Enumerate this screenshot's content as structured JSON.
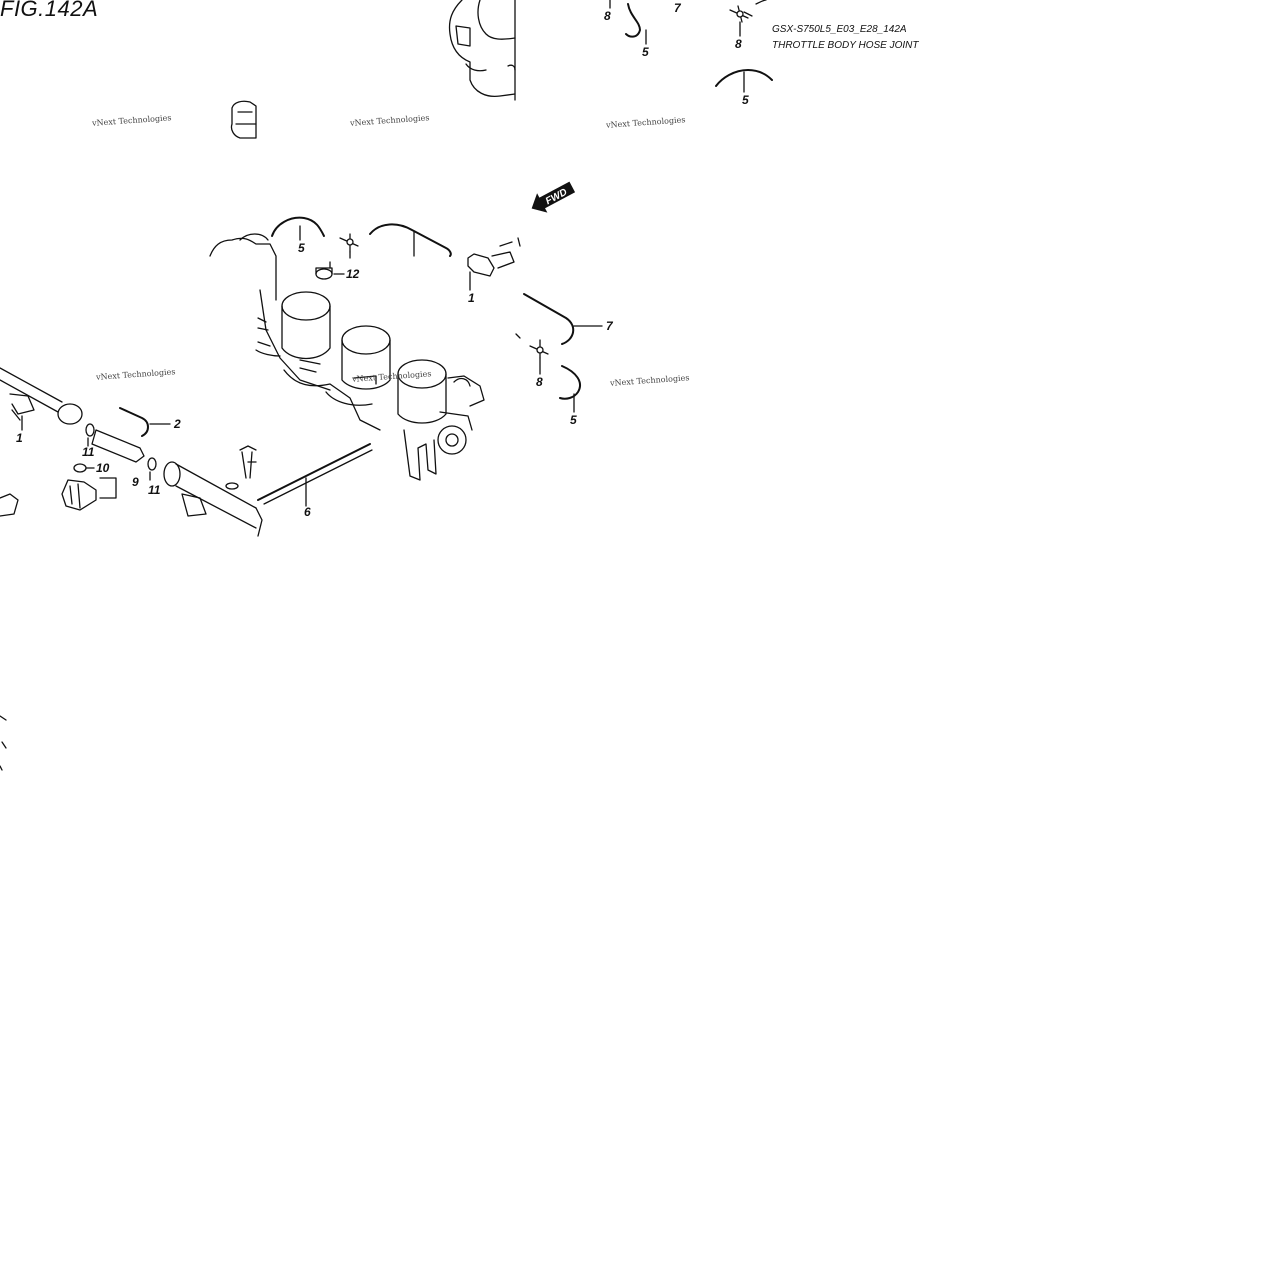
{
  "figure": {
    "title": "FIG.142A",
    "diagram_code": "GSX-S750L5_E03_E28_142A",
    "diagram_name": "THROTTLE BODY HOSE JOINT"
  },
  "watermark_text": "vNext Technologies",
  "direction_marker": {
    "label": "FWD",
    "icon": "forward-arrow-icon"
  },
  "callouts": [
    {
      "id": "c1",
      "label": "8"
    },
    {
      "id": "c2",
      "label": "7"
    },
    {
      "id": "c3",
      "label": "5"
    },
    {
      "id": "c4",
      "label": "8"
    },
    {
      "id": "c5",
      "label": "5"
    },
    {
      "id": "c6",
      "label": "5"
    },
    {
      "id": "c7",
      "label": "12"
    },
    {
      "id": "c8",
      "label": "1"
    },
    {
      "id": "c9",
      "label": "7"
    },
    {
      "id": "c10",
      "label": "8"
    },
    {
      "id": "c11",
      "label": "5"
    },
    {
      "id": "c12",
      "label": "2"
    },
    {
      "id": "c13",
      "label": "1"
    },
    {
      "id": "c14",
      "label": "11"
    },
    {
      "id": "c15",
      "label": "10"
    },
    {
      "id": "c16",
      "label": "9"
    },
    {
      "id": "c17",
      "label": "11"
    },
    {
      "id": "c18",
      "label": "6"
    }
  ]
}
